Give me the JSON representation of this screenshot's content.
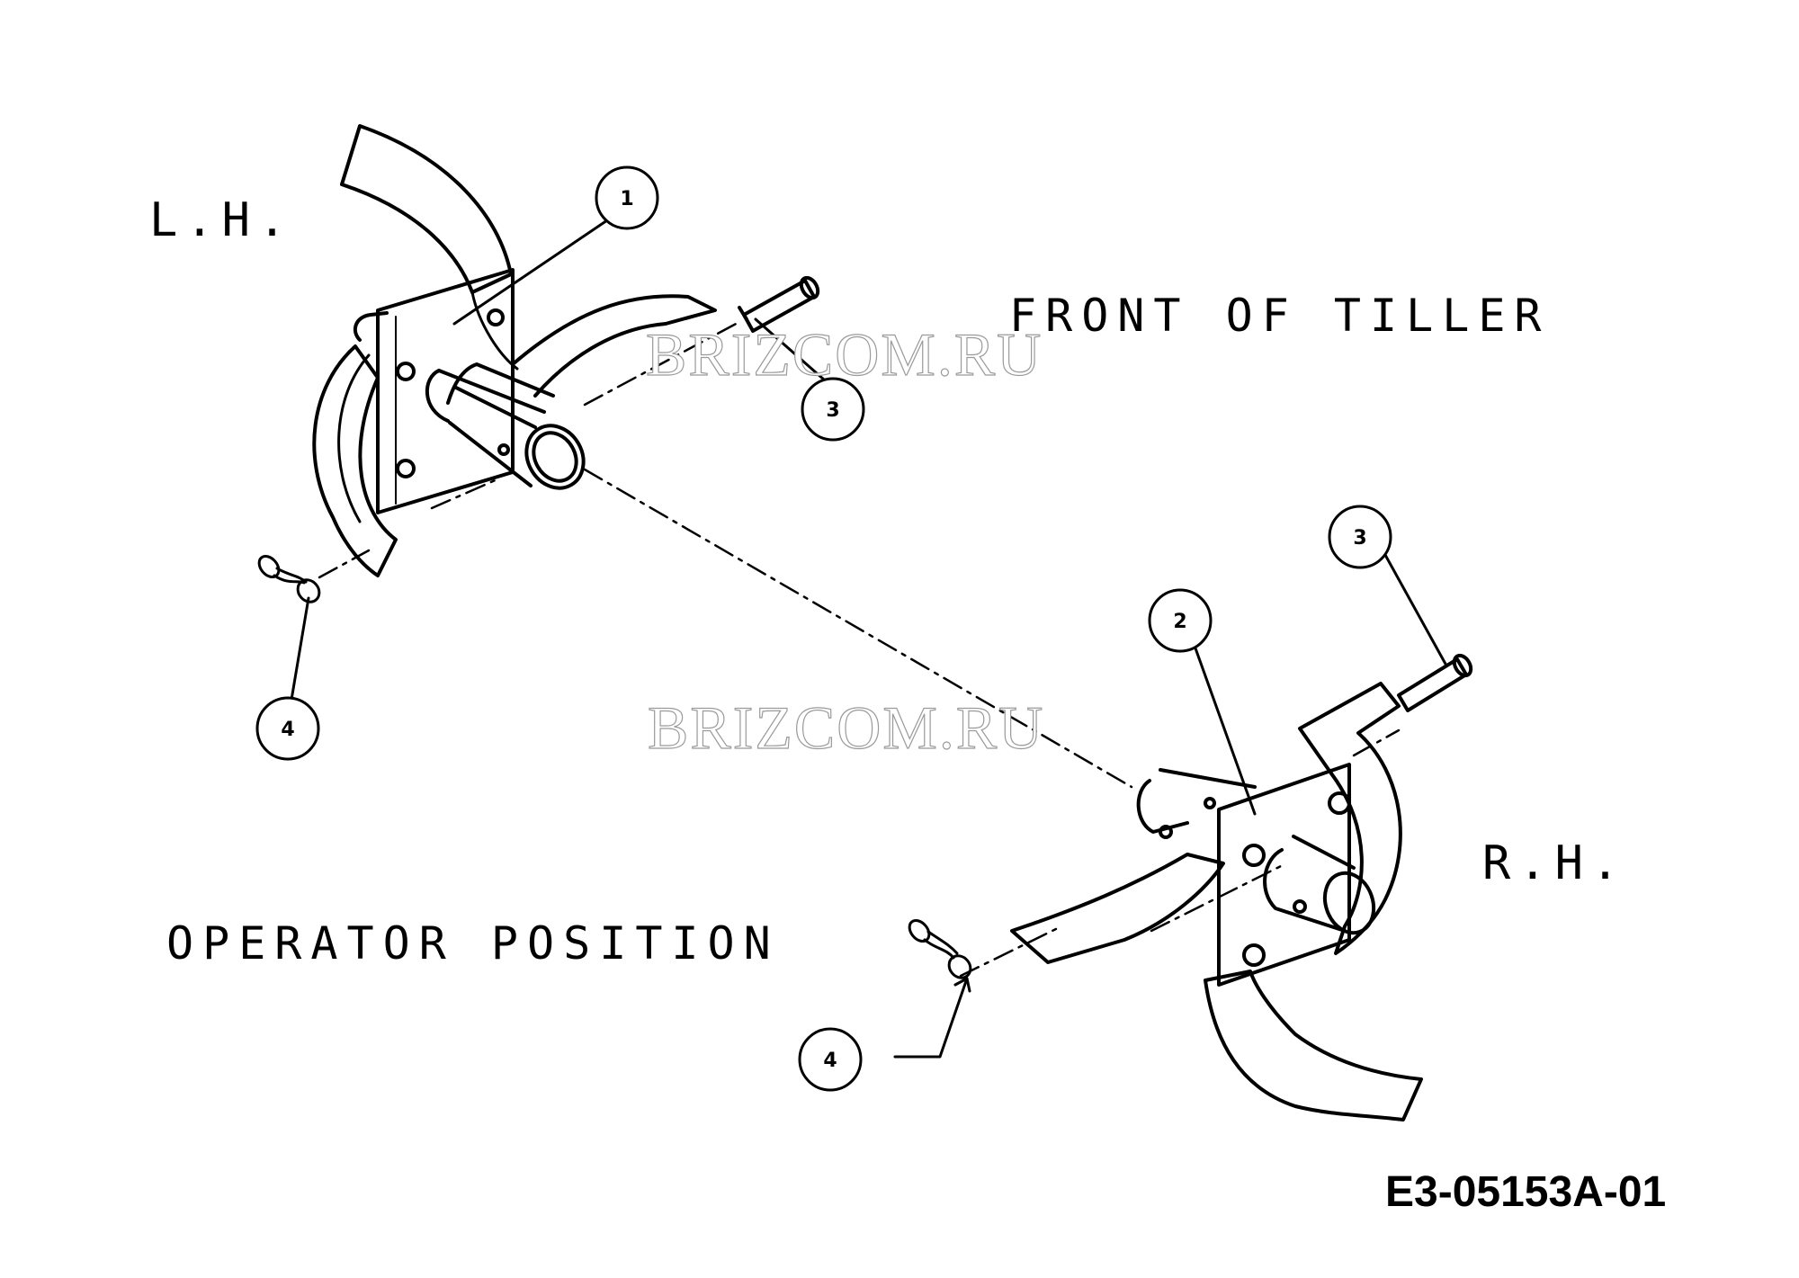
{
  "labels": {
    "left_hand": "L.H.",
    "right_hand": "R.H.",
    "front": "FRONT OF TILLER",
    "operator": "OPERATOR POSITION",
    "drawing_number": "E3-05153A-01"
  },
  "watermarks": [
    "BRIZCOM.RU",
    "BRIZCOM.RU"
  ],
  "callouts": [
    "1",
    "3",
    "4",
    "2",
    "3",
    "4"
  ],
  "colors": {
    "line": "#000000",
    "background": "#ffffff",
    "watermark_outline": "#9a9a9a"
  }
}
